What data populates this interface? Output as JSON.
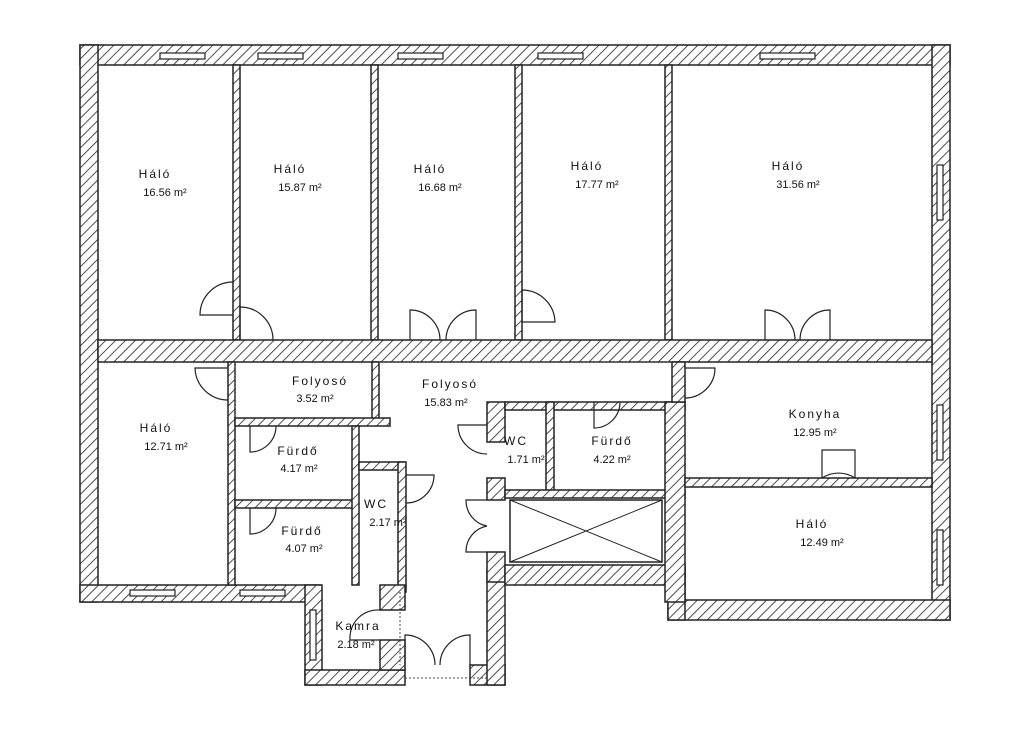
{
  "rooms": [
    {
      "name": "Háló",
      "area": "16.56 m²"
    },
    {
      "name": "Háló",
      "area": "15.87 m²"
    },
    {
      "name": "Háló",
      "area": "16.68 m²"
    },
    {
      "name": "Háló",
      "area": "17.77 m²"
    },
    {
      "name": "Háló",
      "area": "31.56 m²"
    },
    {
      "name": "Háló",
      "area": "12.71 m²"
    },
    {
      "name": "Folyosó",
      "area": "3.52 m²"
    },
    {
      "name": "Folyosó",
      "area": "15.83 m²"
    },
    {
      "name": "Konyha",
      "area": "12.95 m²"
    },
    {
      "name": "Fürdő",
      "area": "4.17 m²"
    },
    {
      "name": "Fürdő",
      "area": "4.07 m²"
    },
    {
      "name": "WC",
      "area": "2.17 m²"
    },
    {
      "name": "WC",
      "area": "1.71 m²"
    },
    {
      "name": "Fürdő",
      "area": "4.22 m²"
    },
    {
      "name": "Háló",
      "area": "12.49 m²"
    },
    {
      "name": "Kamra",
      "area": "2.18 m²"
    }
  ]
}
